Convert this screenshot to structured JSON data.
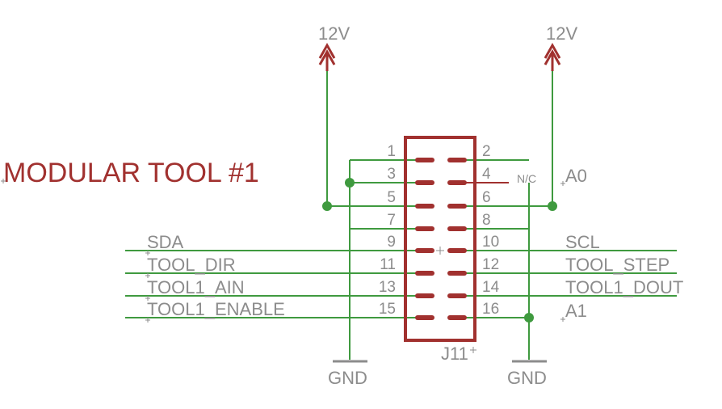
{
  "title": "MODULAR TOOL #1",
  "supply_left": "12V",
  "supply_right": "12V",
  "ground_left": "GND",
  "ground_right": "GND",
  "connector_ref": "J11",
  "nc_label": "N/C",
  "pins_left": [
    "1",
    "3",
    "5",
    "7",
    "9",
    "11",
    "13",
    "15"
  ],
  "pins_right": [
    "2",
    "4",
    "6",
    "8",
    "10",
    "12",
    "14",
    "16"
  ],
  "nets_left": [
    "SDA",
    "TOOL_DIR",
    "TOOL1_AIN",
    "TOOL1_ENABLE"
  ],
  "nets_right": [
    "A0",
    "SCL",
    "TOOL_STEP",
    "TOOL1_DOUT",
    "A1"
  ],
  "colors": {
    "wire": "#3f9a3f",
    "part": "#a1312f",
    "label": "#8c8c8c"
  }
}
